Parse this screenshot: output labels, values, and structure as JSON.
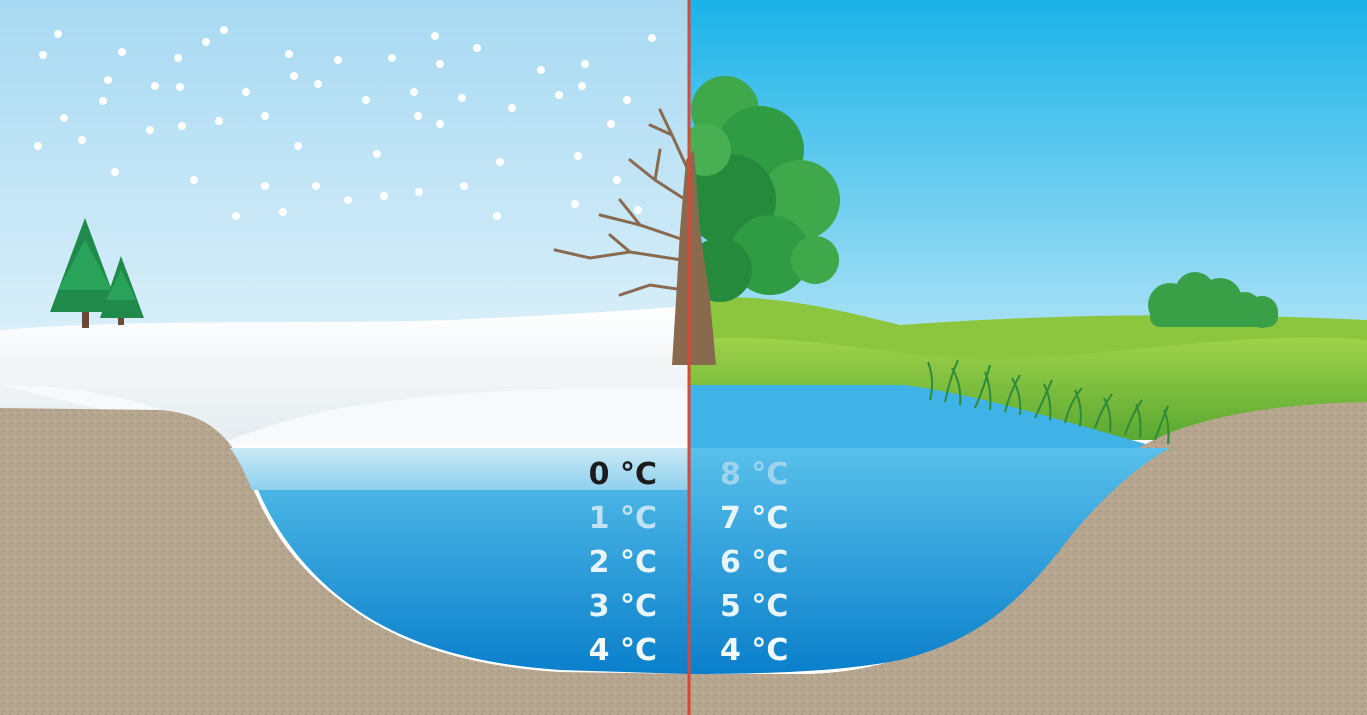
{
  "winter": {
    "temperatures": [
      "0 °C",
      "1 °C",
      "2 °C",
      "3 °C",
      "4 °C"
    ]
  },
  "summer": {
    "temperatures": [
      "8 °C",
      "7 °C",
      "6 °C",
      "5 °C",
      "4 °C"
    ]
  },
  "colors": {
    "divider": "#d9463a",
    "soil": "#b6a68f",
    "water_deep": "#0a7fcb",
    "water_light": "#58c0ea",
    "ice": "#a9d8ee",
    "snow": "#f3f6f8",
    "winter_sky_top": "#a7d9f2",
    "summer_sky_top": "#1bb3e8",
    "grass": "#7dc142",
    "foliage": "#2f9c44",
    "trunk": "#8a6a4f",
    "winter_label_top": "#1c1c1c",
    "label_light": "#e8f5fb",
    "summer_label_top": "#9ed3ee"
  }
}
